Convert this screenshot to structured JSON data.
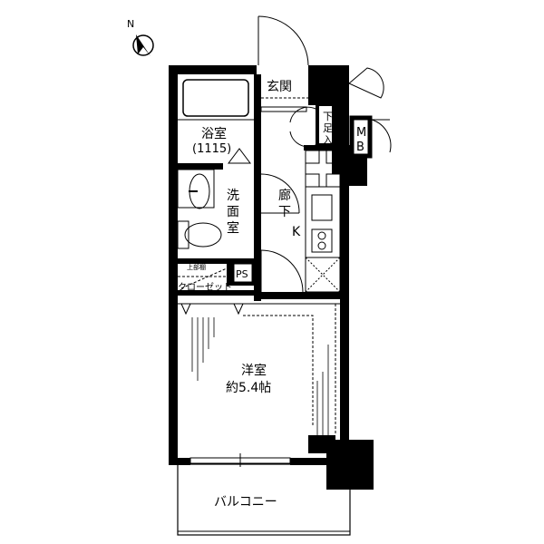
{
  "compass": {
    "label": "N",
    "icon": "north-arrow-icon"
  },
  "rooms": {
    "entrance": "玄関",
    "bath": "浴室",
    "bath_size": "(1115)",
    "washroom": [
      "洗",
      "面",
      "室"
    ],
    "hallway": [
      "廊",
      "下"
    ],
    "kitchen": "K",
    "shoe_storage": [
      "下",
      "足",
      "入"
    ],
    "meter_box": [
      "M",
      "B"
    ],
    "pipe_space": "PS",
    "upper_shelf": "上部棚",
    "closet": "クローゼット",
    "western_room": "洋室",
    "western_room_size": "約5.4帖",
    "balcony": "バルコニー"
  },
  "colors": {
    "wall": "#000000",
    "line": "#000000",
    "background": "#ffffff"
  }
}
